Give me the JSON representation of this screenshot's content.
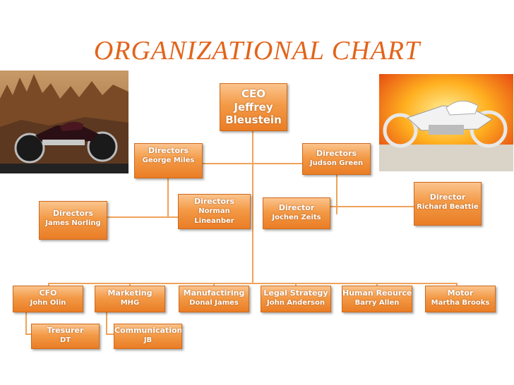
{
  "title": "ORGANIZATIONAL CHART",
  "ceo": {
    "role": "CEO",
    "name1": "Jeffrey",
    "name2": "Bleustein"
  },
  "directors": [
    {
      "role": "Directors",
      "name": "George Miles"
    },
    {
      "role": "Directors",
      "name": "Judson Green"
    },
    {
      "role": "Directors",
      "name1": "Norman",
      "name2": "Lineanber"
    },
    {
      "role": "Directors",
      "name": "James Norling"
    },
    {
      "role": "Director",
      "name": "Jochen Zeits"
    },
    {
      "role": "Director",
      "name": "Richard Beattie"
    }
  ],
  "departments": [
    {
      "role": "CFO",
      "name": "John Olin"
    },
    {
      "role": "Marketing",
      "name": "MHG"
    },
    {
      "role": "Manufactiring",
      "name": "Donal  James"
    },
    {
      "role": "Legal Strategy",
      "name": "John  Anderson"
    },
    {
      "role": "Human Reource",
      "name": "Barry Allen"
    },
    {
      "role": "Motor",
      "name": "Martha Brooks"
    }
  ],
  "sub_departments": [
    {
      "role": "Tresurer",
      "name": "DT"
    },
    {
      "role": "Communication",
      "name": "JB"
    }
  ],
  "colors": {
    "title": "#e2641b",
    "box": "#f39a47",
    "line": "#f0a259"
  },
  "images": [
    "motorcycle-desert-photo",
    "motorcycle-fire-photo"
  ]
}
